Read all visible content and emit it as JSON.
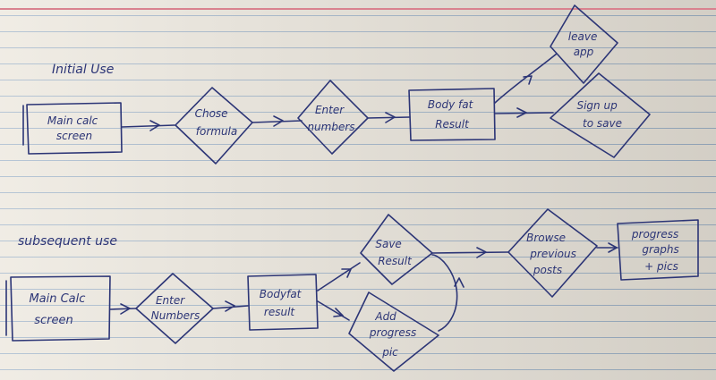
{
  "sections": {
    "initial": "Initial Use",
    "subsequent": "subsequent use"
  },
  "nodes": {
    "main_calc_1": [
      "Main calc",
      "screen"
    ],
    "choose_formula": [
      "Chose",
      "formula"
    ],
    "enter_numbers_1": [
      "Enter",
      "numbers"
    ],
    "body_fat_result_1": [
      "Body fat",
      "Result"
    ],
    "leave_app": [
      "leave",
      "app"
    ],
    "sign_up": [
      "Sign up",
      "to save"
    ],
    "main_calc_2": [
      "Main Calc",
      "screen"
    ],
    "enter_numbers_2": [
      "Enter",
      "Numbers"
    ],
    "body_fat_result_2": [
      "Bodyfat",
      "result"
    ],
    "save_result": [
      "Save",
      "Result"
    ],
    "add_progress_pic": [
      "Add",
      "progress",
      "pic"
    ],
    "browse_previous": [
      "Browse",
      "previous",
      "posts"
    ],
    "progress_graphs": [
      "progress",
      "graphs",
      "+ pics"
    ]
  },
  "colors": {
    "ink": "#2c3576",
    "paper": "#ebe6dc",
    "rule_line": "#9fb3c8",
    "margin_line": "#d9828f"
  }
}
